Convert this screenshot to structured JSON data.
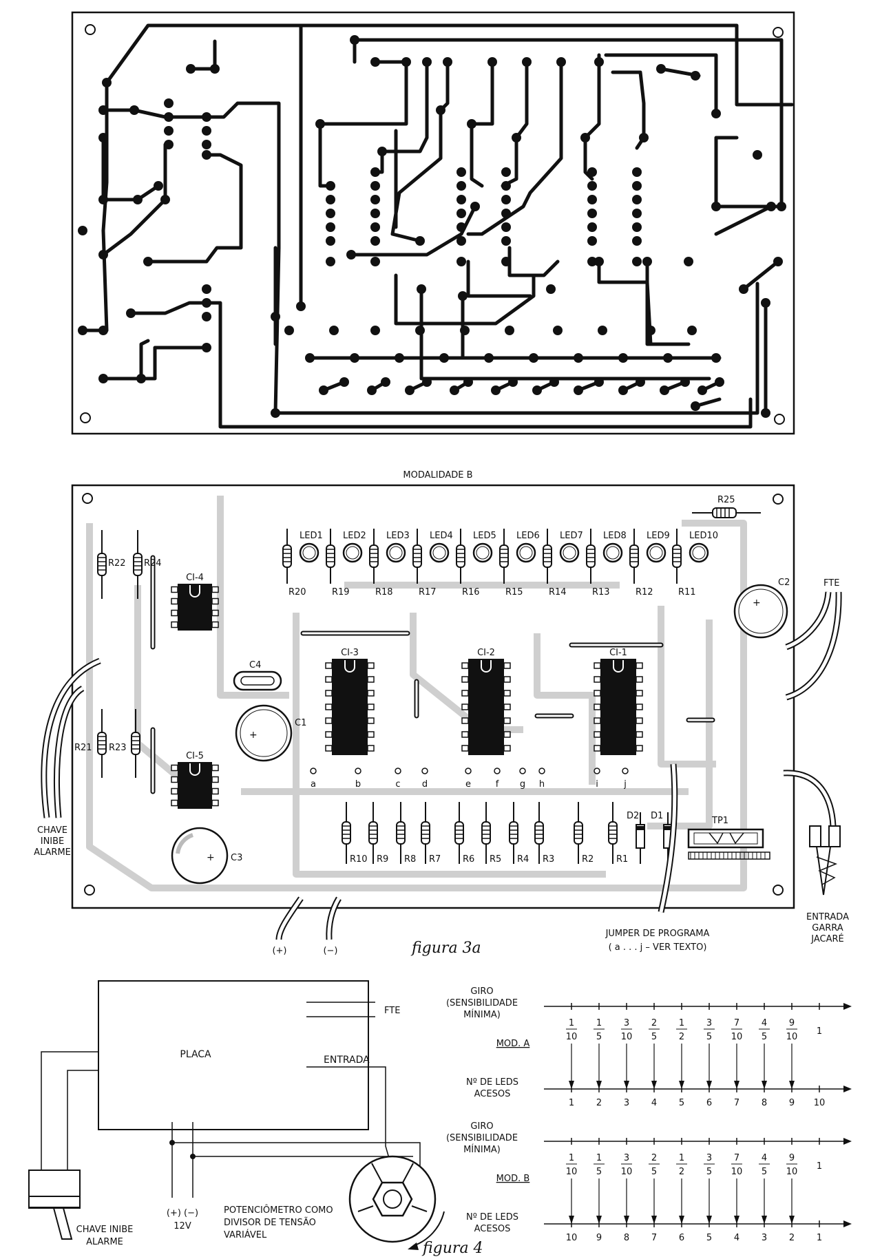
{
  "pcb_mode_b_title": "MODALIDADE B",
  "led_labels": [
    "LED1",
    "LED2",
    "LED3",
    "LED4",
    "LED5",
    "LED6",
    "LED7",
    "LED8",
    "LED9",
    "LED10"
  ],
  "top_resistor_labels": [
    "R20",
    "R19",
    "R18",
    "R17",
    "R16",
    "R15",
    "R14",
    "R13",
    "R12",
    "R11"
  ],
  "bottom_resistor_labels": [
    "R10",
    "R9",
    "R8",
    "R7",
    "R6",
    "R5",
    "R4",
    "R3",
    "R2",
    "R1"
  ],
  "left_resistor_labels": {
    "r22": "R22",
    "r24": "R24",
    "r21": "R21",
    "r23": "R23",
    "r25": "R25"
  },
  "ic_labels": {
    "ci1": "CI-1",
    "ci2": "CI-2",
    "ci3": "CI-3",
    "ci4": "CI-4",
    "ci5": "CI-5"
  },
  "cap_labels": {
    "c1": "C1",
    "c2": "C2",
    "c3": "C3",
    "c4": "C4"
  },
  "misc_labels": {
    "d1": "D1",
    "d2": "D2",
    "tp1": "TP1",
    "fte": "FTE",
    "plus": "(+)",
    "minus": "(−)"
  },
  "jumper_points": [
    "a",
    "b",
    "c",
    "d",
    "e",
    "f",
    "g",
    "h",
    "i",
    "j"
  ],
  "chave_inibe_alarme": [
    "CHAVE",
    "INIBE",
    "ALARME"
  ],
  "entrada_garra": [
    "ENTRADA",
    "GARRA",
    "JACARÉ"
  ],
  "jumper_programa": [
    "JUMPER DE PROGRAMA",
    "( a . . . j – VER TEXTO)"
  ],
  "figure3a_caption": "figura 3a",
  "figure4": {
    "placa": "PLACA",
    "fte": "FTE",
    "entrada": "ENTRADA",
    "plus_minus": "(+) (−)",
    "volts": "12V",
    "chave": [
      "CHAVE INIBE",
      "ALARME"
    ],
    "pot": [
      "POTENCIÔMETRO COMO",
      "DIVISOR DE TENSÃO",
      "VARIÁVEL"
    ],
    "caption": "figura 4"
  },
  "scales": {
    "giro": [
      "GIRO",
      "(SENSIBILIDADE",
      "MÍNIMA)"
    ],
    "leds": [
      "Nº DE LEDS",
      "ACESOS"
    ],
    "fractions": [
      [
        "1",
        "10"
      ],
      [
        "1",
        "5"
      ],
      [
        "3",
        "10"
      ],
      [
        "2",
        "5"
      ],
      [
        "1",
        "2"
      ],
      [
        "3",
        "5"
      ],
      [
        "7",
        "10"
      ],
      [
        "4",
        "5"
      ],
      [
        "9",
        "10"
      ]
    ],
    "last_fraction": "1",
    "mod_a": "MOD. A",
    "mod_b": "MOD. B",
    "mod_a_leds": [
      "1",
      "2",
      "3",
      "4",
      "5",
      "6",
      "7",
      "8",
      "9",
      "10"
    ],
    "mod_b_leds": [
      "10",
      "9",
      "8",
      "7",
      "6",
      "5",
      "4",
      "3",
      "2",
      "1"
    ]
  }
}
